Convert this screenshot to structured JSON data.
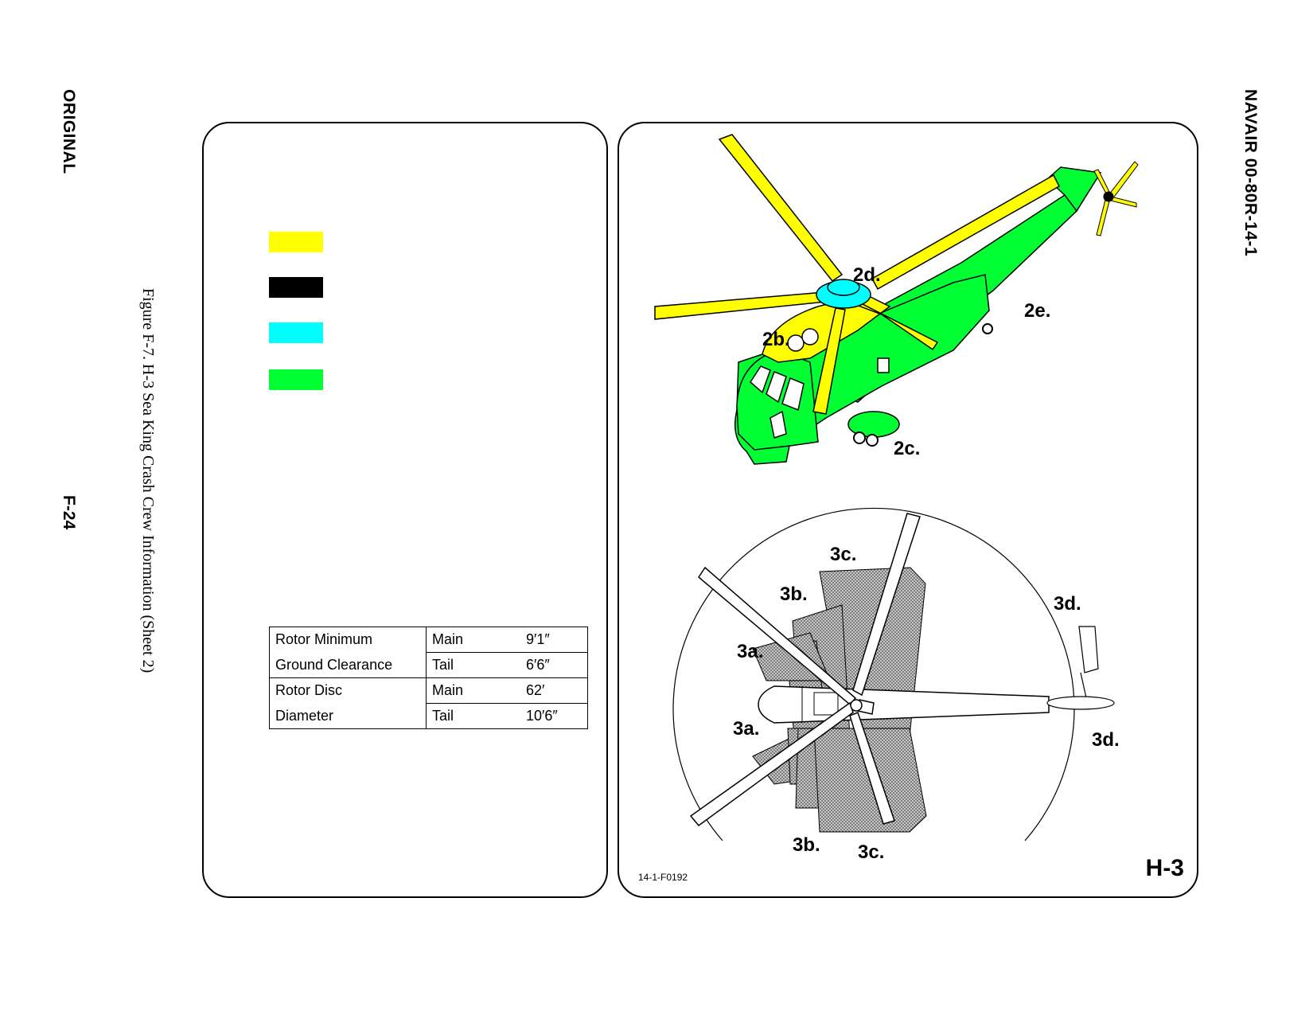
{
  "header": {
    "status": "ORIGINAL",
    "doc_number": "NAVAIR 00-80R-14-1"
  },
  "figure": {
    "caption": "Figure F-7.  H-3 Sea King Crash Crew Information (Sheet 2)",
    "id": "14-1-F0192",
    "model": "H-3"
  },
  "page_number": "F-24",
  "legend": {
    "swatches": [
      {
        "color": "#ffff00",
        "icon": "yellow-swatch"
      },
      {
        "color": "#000000",
        "icon": "black-swatch"
      },
      {
        "color": "#00ffff",
        "icon": "cyan-swatch"
      },
      {
        "color": "#00ff33",
        "icon": "green-swatch"
      }
    ]
  },
  "clearance_table": {
    "rows": [
      {
        "name": "Rotor Minimum",
        "kind": "Main",
        "value": "9′1″"
      },
      {
        "name": "Ground Clearance",
        "kind": "Tail",
        "value": "6′6″"
      },
      {
        "name": "Rotor Disc",
        "kind": "Main",
        "value": "62′"
      },
      {
        "name": "Diameter",
        "kind": "Tail",
        "value": "10′6″"
      }
    ]
  },
  "callouts": {
    "c2d": "2d.",
    "c2e": "2e.",
    "c2b": "2b.",
    "c2c": "2c.",
    "c3c_top": "3c.",
    "c3b_top": "3b.",
    "c3d_top": "3d.",
    "c3a_top": "3a.",
    "c3a_bottom": "3a.",
    "c3d_bottom": "3d.",
    "c3b_bottom": "3b.",
    "c3c_bottom": "3c."
  },
  "colors": {
    "rotor": "#ffff00",
    "fuselage": "#00ff33",
    "hub": "#00ffff"
  }
}
